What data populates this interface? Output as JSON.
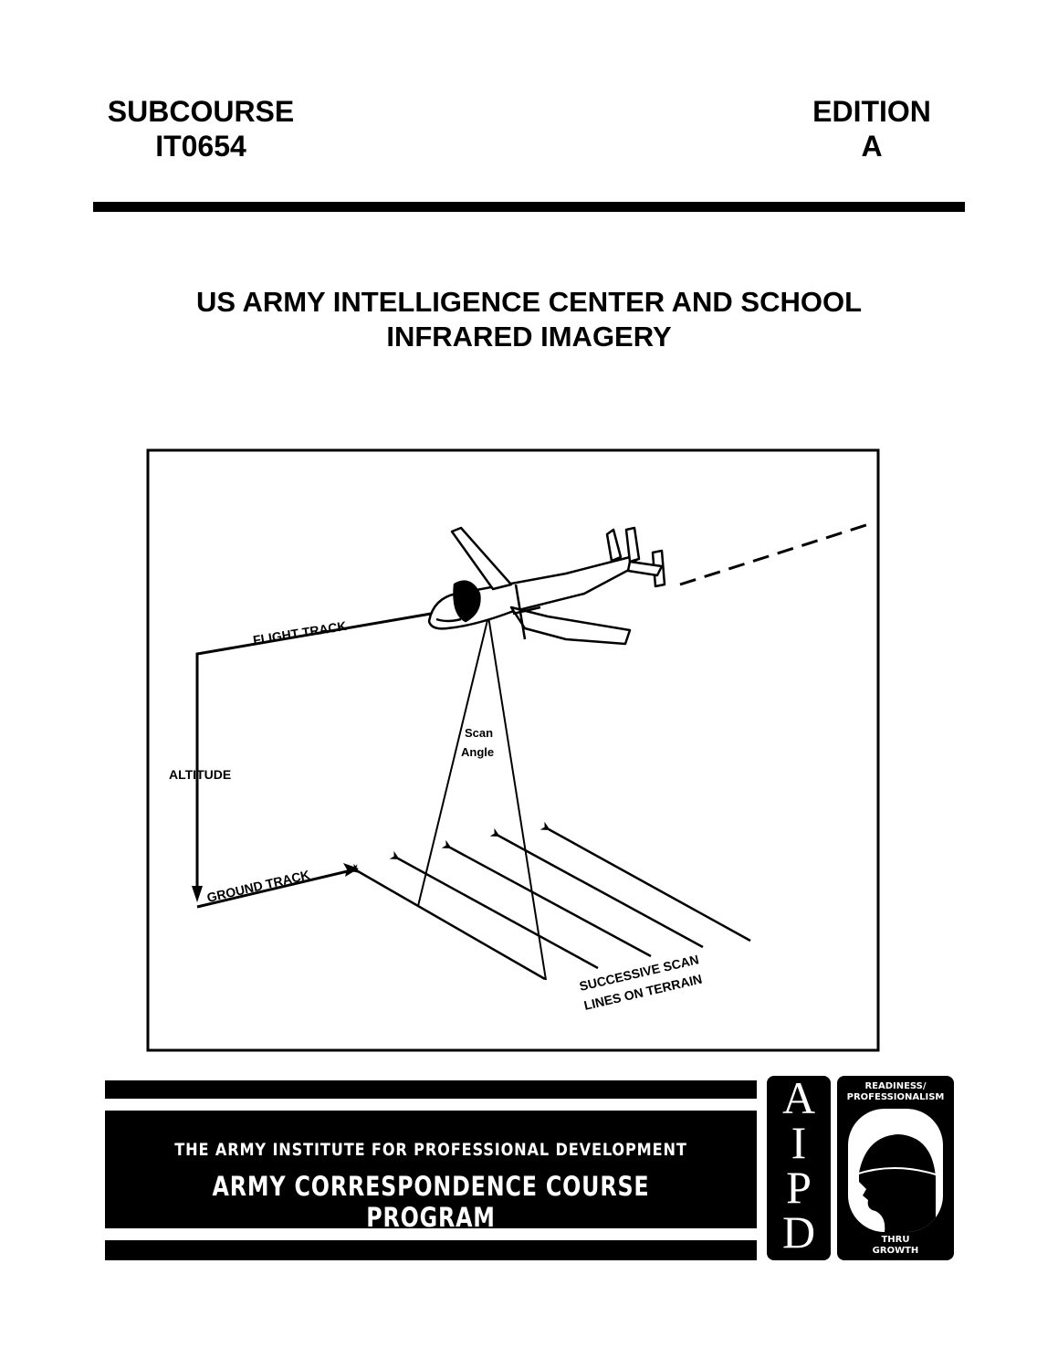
{
  "header": {
    "left": {
      "label": "SUBCOURSE",
      "value": "IT0654"
    },
    "right": {
      "label": "EDITION",
      "value": "A"
    }
  },
  "title": {
    "line1": "US ARMY INTELLIGENCE CENTER AND SCHOOL",
    "line2": "INFRARED IMAGERY"
  },
  "figure": {
    "flight_track": "FLIGHT TRACK",
    "altitude": "ALTITUDE",
    "ground_track": "GROUND TRACK",
    "scan_angle_1": "Scan",
    "scan_angle_2": "Angle",
    "scan_lines_1": "SUCCESSIVE SCAN",
    "scan_lines_2": "LINES ON TERRAIN"
  },
  "banner": {
    "line1": "THE ARMY INSTITUTE FOR PROFESSIONAL DEVELOPMENT",
    "line2": "ARMY CORRESPONDENCE COURSE PROGRAM"
  },
  "logo": {
    "letters": [
      "A",
      "I",
      "P",
      "D"
    ],
    "seal_top": "READINESS/ PROFESSIONALISM",
    "seal_bottom": "THRU GROWTH"
  }
}
